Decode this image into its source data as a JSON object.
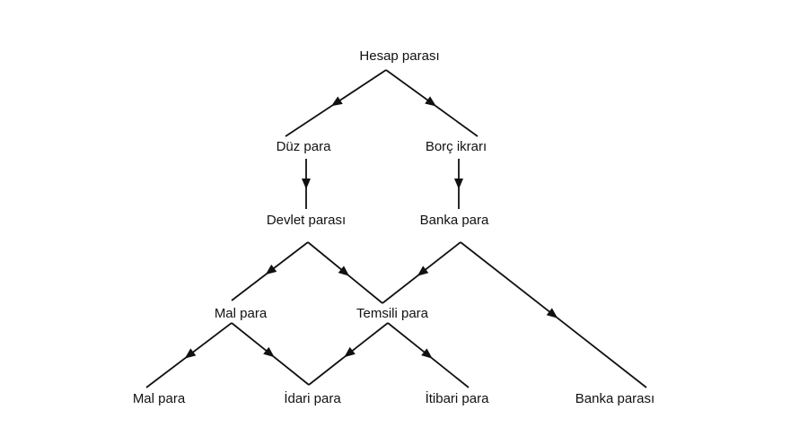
{
  "diagram": {
    "nodes": [
      {
        "id": "hesap-parasi",
        "label": "Hesap parası"
      },
      {
        "id": "duz-para",
        "label": "Düz para"
      },
      {
        "id": "borc-ikrari",
        "label": "Borç ikrarı"
      },
      {
        "id": "devlet-parasi",
        "label": "Devlet parası"
      },
      {
        "id": "banka-para",
        "label": "Banka para"
      },
      {
        "id": "mal-para-1",
        "label": "Mal para"
      },
      {
        "id": "temsili-para",
        "label": "Temsili para"
      },
      {
        "id": "mal-para-2",
        "label": "Mal para"
      },
      {
        "id": "idari-para",
        "label": "İdari para"
      },
      {
        "id": "itibari-para",
        "label": "İtibari para"
      },
      {
        "id": "banka-parasi",
        "label": "Banka parası"
      }
    ],
    "edges": [
      {
        "from": "hesap-parasi",
        "to": "duz-para"
      },
      {
        "from": "hesap-parasi",
        "to": "borc-ikrari"
      },
      {
        "from": "duz-para",
        "to": "devlet-parasi"
      },
      {
        "from": "borc-ikrari",
        "to": "banka-para"
      },
      {
        "from": "devlet-parasi",
        "to": "mal-para-1"
      },
      {
        "from": "devlet-parasi",
        "to": "temsili-para"
      },
      {
        "from": "banka-para",
        "to": "temsili-para"
      },
      {
        "from": "banka-para",
        "to": "banka-parasi"
      },
      {
        "from": "mal-para-1",
        "to": "mal-para-2"
      },
      {
        "from": "mal-para-1",
        "to": "idari-para"
      },
      {
        "from": "temsili-para",
        "to": "idari-para"
      },
      {
        "from": "temsili-para",
        "to": "itibari-para"
      }
    ]
  }
}
